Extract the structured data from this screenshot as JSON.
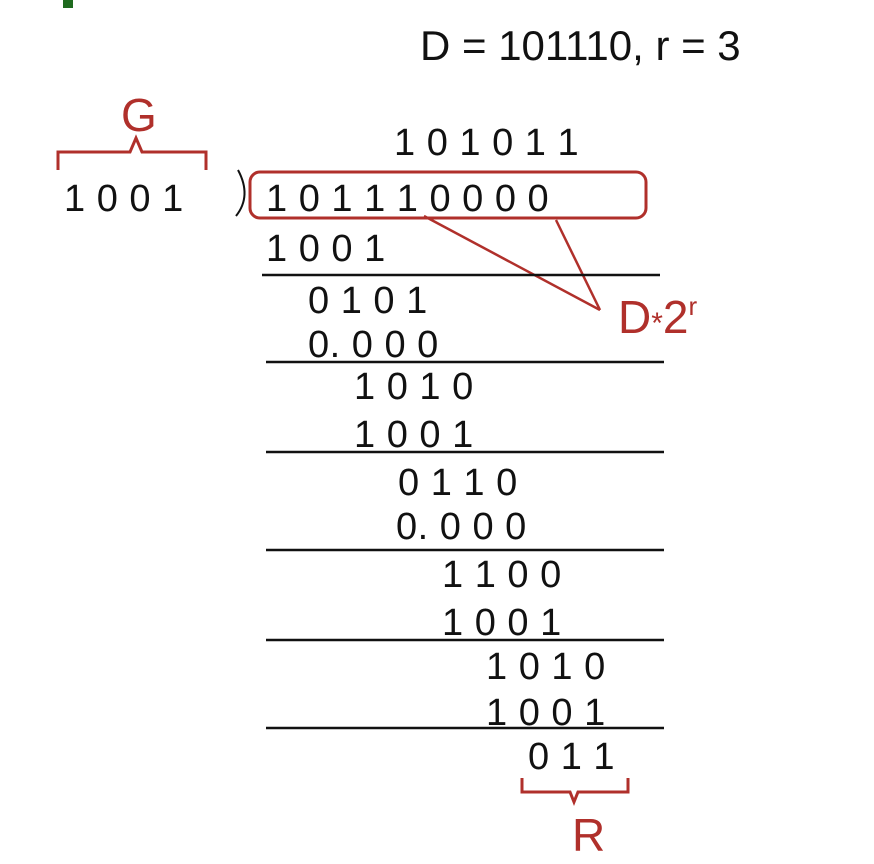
{
  "header_text": "D = 101110, r = 3",
  "labels": {
    "generator": "G",
    "remainder": "R",
    "shifted_data_prefix": "D",
    "shifted_data_op": "*",
    "shifted_data_base": "2",
    "shifted_data_exp": "r"
  },
  "division": {
    "divisor": "1 0 0 1",
    "quotient": "1 0 1 0 1 1",
    "dividend": "1 0 1 1 1 0 0 0 0",
    "steps": [
      "1 0 0 1",
      "0 1 0 1",
      "0. 0 0 0",
      "1 0 1 0",
      "1 0 0 1",
      "0 1 1 0",
      "0. 0 0 0",
      "1 1 0 0",
      "1 0 0 1",
      "1 0 1 0",
      "1 0 0 1",
      "0 1 1"
    ]
  },
  "colors": {
    "annotation": "#b0302b",
    "text": "#111111",
    "corner_mark": "#1f6b1f"
  }
}
